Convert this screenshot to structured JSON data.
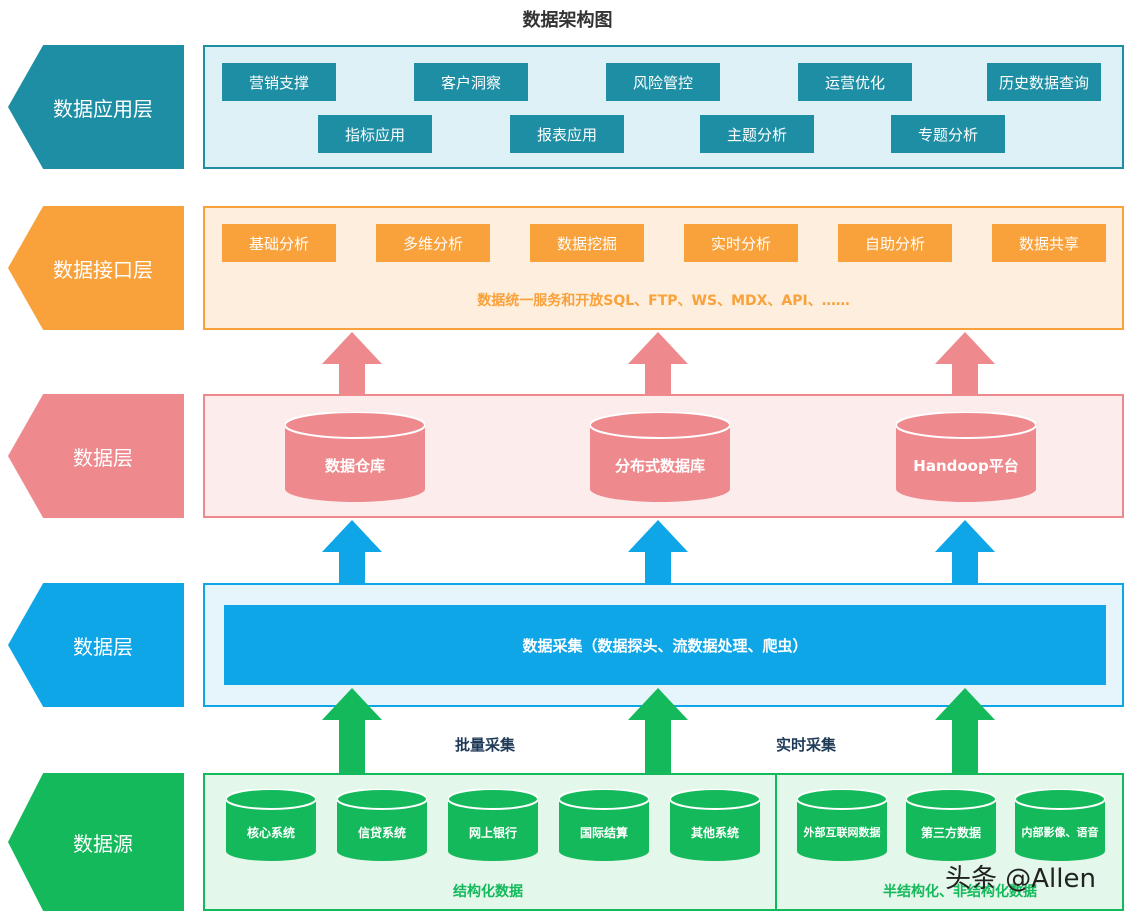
{
  "title": "数据架构图",
  "colors": {
    "app": "#1d8ea3",
    "interface": "#f9a13a",
    "data": "#ee8a8e",
    "collect": "#0fa6e8",
    "source": "#13b95a"
  },
  "layers": {
    "app": "数据应用层",
    "interface": "数据接口层",
    "data": "数据层",
    "collect": "数据层",
    "source": "数据源"
  },
  "app_items_row1": [
    "营销支撑",
    "客户洞察",
    "风险管控",
    "运营优化",
    "历史数据查询"
  ],
  "app_items_row2": [
    "指标应用",
    "报表应用",
    "主题分析",
    "专题分析"
  ],
  "interface_items": [
    "基础分析",
    "多维分析",
    "数据挖掘",
    "实时分析",
    "自助分析",
    "数据共享"
  ],
  "interface_note": "数据统一服务和开放SQL、FTP、WS、MDX、API、……",
  "data_stores": [
    "数据仓库",
    "分布式数据库",
    "Handoop平台"
  ],
  "collect_bar": "数据采集（数据探头、流数据处理、爬虫）",
  "collect_modes": [
    "批量采集",
    "实时采集"
  ],
  "structured_sources": [
    "核心系统",
    "信贷系统",
    "网上银行",
    "国际结算",
    "其他系统"
  ],
  "semi_structured_sources": [
    "外部互联网数据",
    "第三方数据",
    "内部影像、语音"
  ],
  "structured_label": "结构化数据",
  "semi_structured_label": "半结构化、非结构化数据",
  "watermark": "头条 @Allen"
}
